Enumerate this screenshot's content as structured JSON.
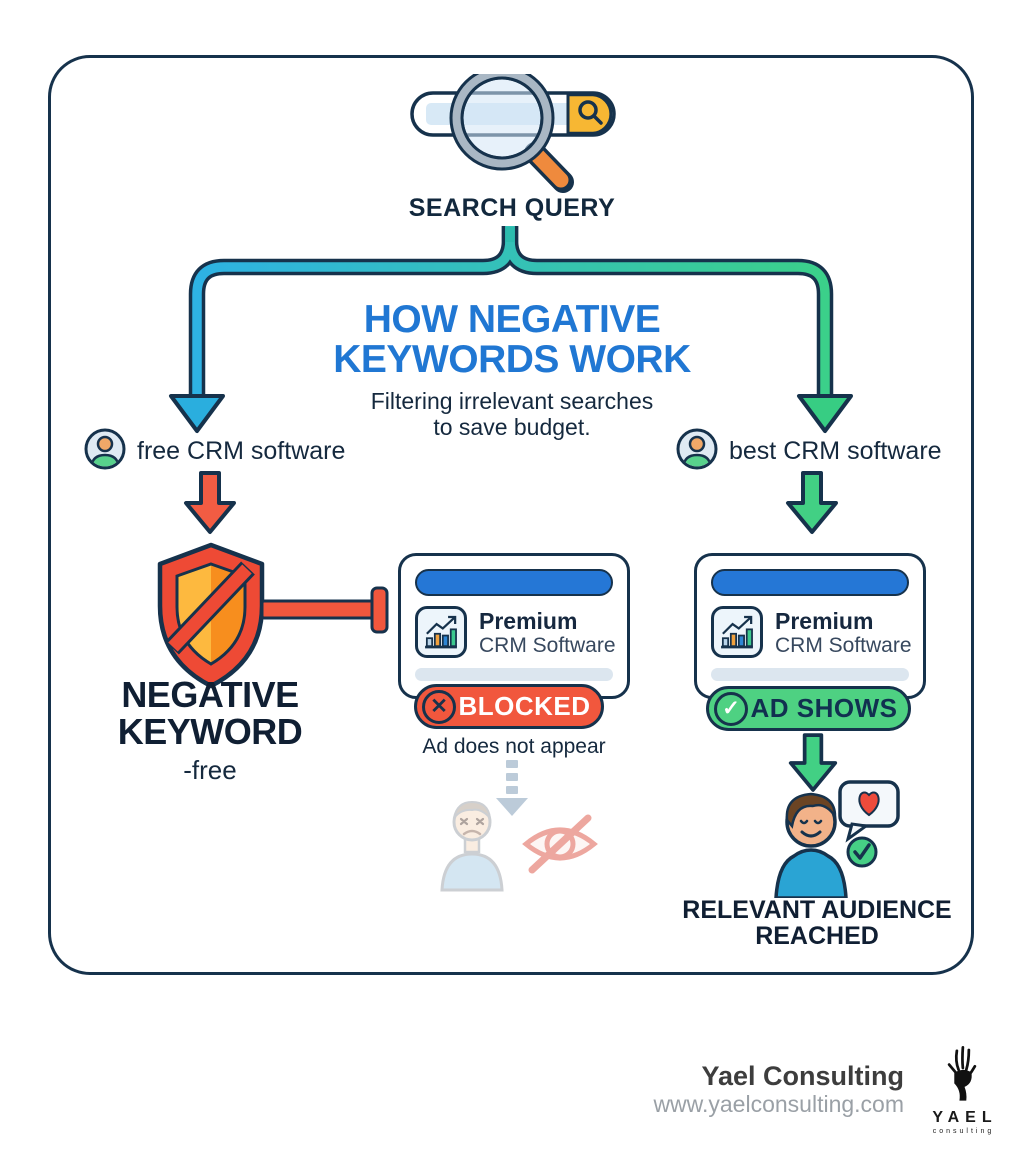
{
  "header": {
    "search_label": "SEARCH QUERY"
  },
  "title": {
    "line1": "HOW NEGATIVE",
    "line2": "KEYWORDS WORK"
  },
  "subtitle": {
    "line1": "Filtering irrelevant searches",
    "line2": "to save budget."
  },
  "left_branch": {
    "query": "free CRM software",
    "negative_keyword": {
      "line1": "NEGATIVE",
      "line2": "KEYWORD",
      "value": "-free"
    },
    "ad_card": {
      "title_bold": "Premium",
      "title_rest": "CRM Software"
    },
    "status": "BLOCKED",
    "status_icon": "x-circle-icon",
    "caption": "Ad does not appear"
  },
  "right_branch": {
    "query": "best CRM software",
    "ad_card": {
      "title_bold": "Premium",
      "title_rest": "CRM Software"
    },
    "status": "AD SHOWS",
    "status_icon": "check-circle-icon",
    "outcome": {
      "line1": "RELEVANT AUDIENCE",
      "line2": "REACHED"
    }
  },
  "footer": {
    "company": "Yael Consulting",
    "website": "www.yaelconsulting.com",
    "logo_word": "YAEL",
    "logo_sub": "consulting"
  },
  "glyphs": {
    "blocked_x": "✕",
    "adshows_check": "✓"
  },
  "icons": [
    "search-bar-magnifier-icon",
    "user-avatar-icon",
    "shield-block-icon",
    "chart-growth-icon",
    "hidden-eye-icon",
    "sad-user-icon",
    "happy-user-icon",
    "heart-bubble-icon",
    "check-badge-icon",
    "yael-hand-logo-icon"
  ],
  "colors": {
    "navy": "#16324c",
    "title_blue": "#2077d3",
    "arrow_blue": "#2aaede",
    "arrow_green": "#37cd83",
    "arrow_red": "#f1573d",
    "shield_red": "#ee4a35",
    "shield_orange_light": "#fdb93f",
    "shield_orange_dark": "#f78e1e",
    "ad_bar_blue": "#2577d6",
    "ad_bar_gray": "#dce6ef",
    "blocked_red": "#f1573d",
    "adshows_green": "#4ed182",
    "search_button_orange": "#f7b733",
    "faded_gray": "#bccbd9"
  }
}
